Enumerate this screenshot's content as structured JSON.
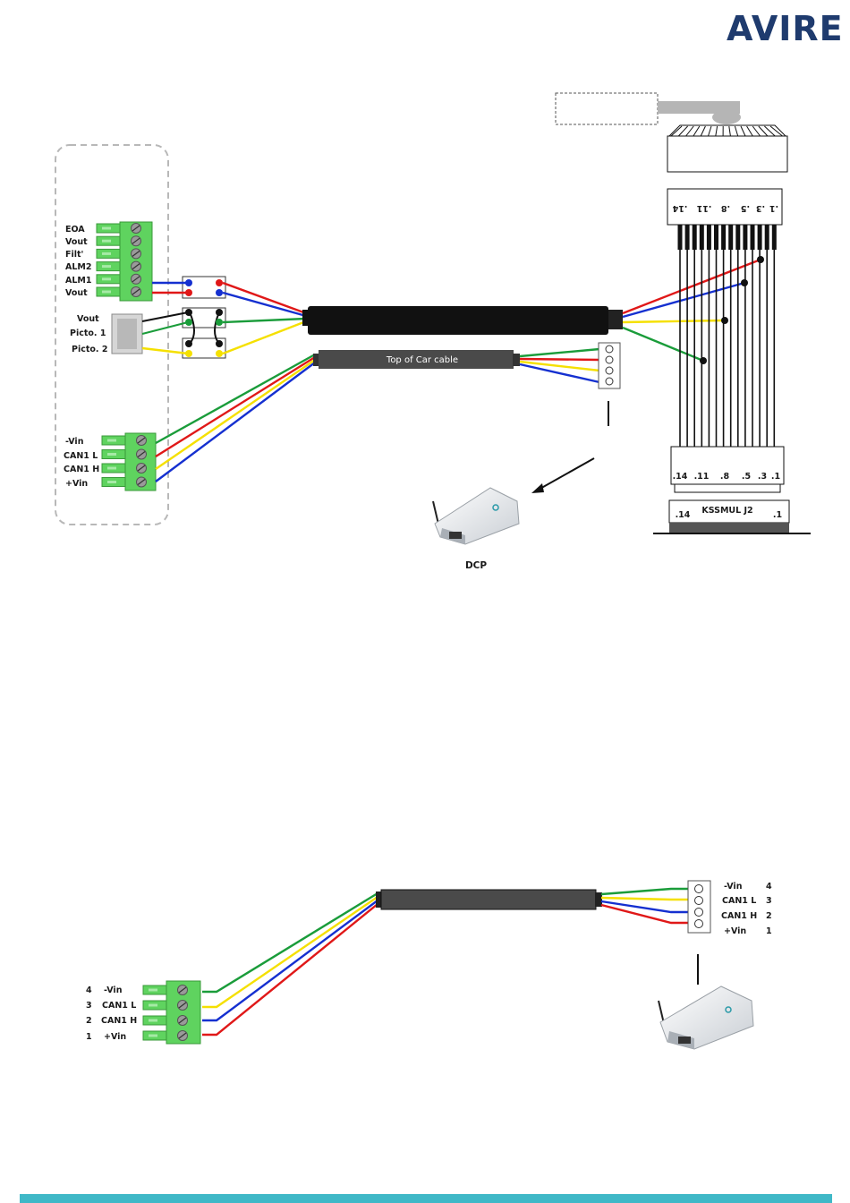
{
  "brand": {
    "logo_text": "AVIRE"
  },
  "top_diagram": {
    "left_terminal_labels": [
      "EOA",
      "Vout",
      "Filt'",
      "ALM2",
      "ALM1",
      "Vout"
    ],
    "picto_labels": [
      "Vout",
      "Picto. 1",
      "Picto. 2"
    ],
    "can_terminal_labels": [
      "-Vin",
      "CAN1 L",
      "CAN1 H",
      "+Vin"
    ],
    "cable_label": "Top of Car cable",
    "device_label": "DCP",
    "connector_pins_top": [
      ".14",
      ".11",
      ".8",
      ".5",
      ".3",
      ".1"
    ],
    "connector_pins_bottom": [
      ".14",
      ".11",
      ".8",
      ".5",
      ".3",
      ".1"
    ],
    "connector_name": "KSSMUL J2",
    "connector_left_pin": ".14",
    "connector_right_pin": ".1"
  },
  "bottom_diagram": {
    "left_labels": [
      {
        "num": "4",
        "name": "-Vin"
      },
      {
        "num": "3",
        "name": "CAN1 L"
      },
      {
        "num": "2",
        "name": "CAN1 H"
      },
      {
        "num": "1",
        "name": "+Vin"
      }
    ],
    "right_labels": [
      {
        "name": "-Vin",
        "num": "4"
      },
      {
        "name": "CAN1 L",
        "num": "3"
      },
      {
        "name": "CAN1 H",
        "num": "2"
      },
      {
        "name": "+Vin",
        "num": "1"
      }
    ]
  },
  "colors": {
    "green": "#1a9c3a",
    "red": "#e01818",
    "yellow": "#f5e000",
    "blue": "#1530d0",
    "terminal_green": "#5fd35f",
    "cable_black": "#111111",
    "cable_grey": "#4a4a4a",
    "brand_blue": "#1f3b6e",
    "footer_teal": "#3fb8c7"
  }
}
